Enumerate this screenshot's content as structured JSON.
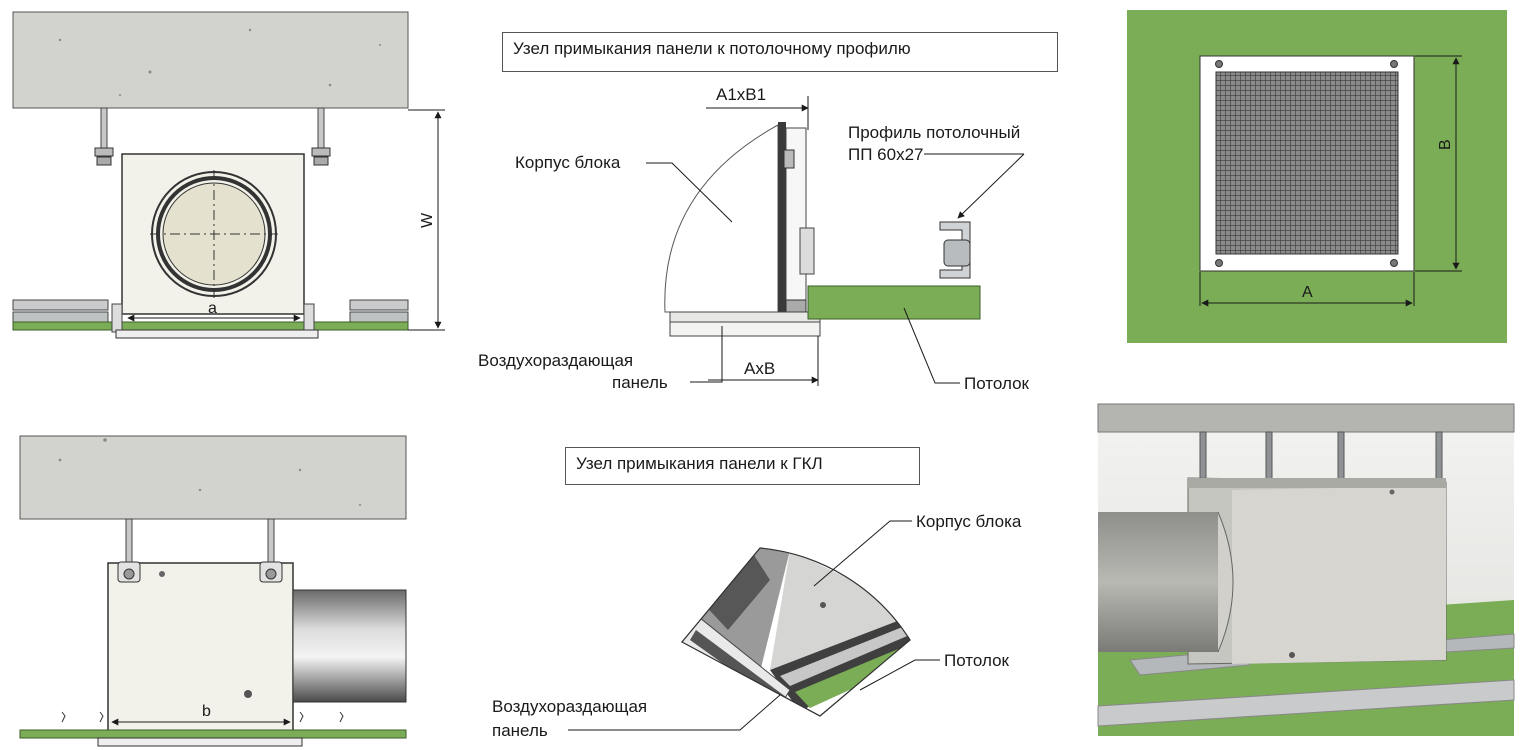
{
  "colors": {
    "ceiling_green": "#7aad55",
    "concrete": "#d2d2ce",
    "panel_body": "#f2f1ea",
    "metal": "#b8bcbe",
    "line": "#1a1a1a"
  },
  "titles": {
    "profile_node": "Узел примыкания панели к потолочному профилю",
    "gkl_node": "Узел примыкания панели к ГКЛ"
  },
  "dimensions": {
    "W": "W",
    "a": "a",
    "b": "b",
    "A": "A",
    "B": "B",
    "A1xB1": "A1xB1",
    "AxB": "AxB"
  },
  "labels_profile_node": {
    "unit_body": "Корпус блока",
    "ceiling_profile_line1": "Профиль потолочный",
    "ceiling_profile_line2": "ПП 60x27",
    "air_panel_line1": "Воздухораздающая",
    "air_panel_line2": "панель",
    "ceiling": "Потолок"
  },
  "labels_gkl_node": {
    "unit_body": "Корпус блока",
    "ceiling": "Потолок",
    "air_panel_line1": "Воздухораздающая",
    "air_panel_line2": "панель"
  },
  "icons": [
    "bolt-icon",
    "grille-icon",
    "duct-icon"
  ]
}
